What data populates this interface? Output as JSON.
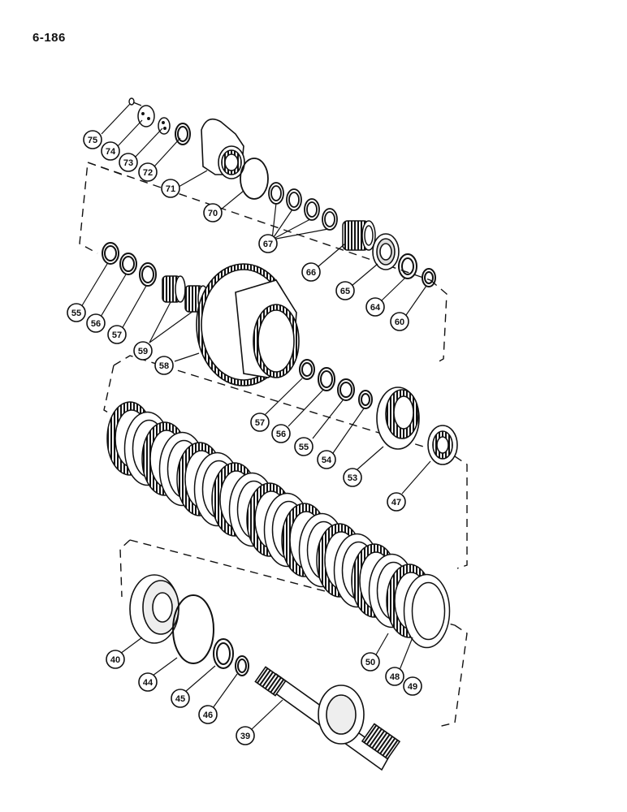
{
  "page": {
    "number": "6-186"
  },
  "callouts": [
    {
      "id": "c75",
      "label": "75"
    },
    {
      "id": "c74",
      "label": "74"
    },
    {
      "id": "c73",
      "label": "73"
    },
    {
      "id": "c72",
      "label": "72"
    },
    {
      "id": "c71",
      "label": "71"
    },
    {
      "id": "c70",
      "label": "70"
    },
    {
      "id": "c67",
      "label": "67"
    },
    {
      "id": "c66",
      "label": "66"
    },
    {
      "id": "c65",
      "label": "65"
    },
    {
      "id": "c64",
      "label": "64"
    },
    {
      "id": "c60",
      "label": "60"
    },
    {
      "id": "c55a",
      "label": "55"
    },
    {
      "id": "c56a",
      "label": "56"
    },
    {
      "id": "c57a",
      "label": "57"
    },
    {
      "id": "c59",
      "label": "59"
    },
    {
      "id": "c58",
      "label": "58"
    },
    {
      "id": "c57b",
      "label": "57"
    },
    {
      "id": "c56b",
      "label": "56"
    },
    {
      "id": "c55b",
      "label": "55"
    },
    {
      "id": "c54",
      "label": "54"
    },
    {
      "id": "c53",
      "label": "53"
    },
    {
      "id": "c47",
      "label": "47"
    },
    {
      "id": "c40",
      "label": "40"
    },
    {
      "id": "c44",
      "label": "44"
    },
    {
      "id": "c45",
      "label": "45"
    },
    {
      "id": "c46",
      "label": "46"
    },
    {
      "id": "c39",
      "label": "39"
    },
    {
      "id": "c50",
      "label": "50"
    },
    {
      "id": "c48",
      "label": "48"
    },
    {
      "id": "c49",
      "label": "49"
    }
  ]
}
